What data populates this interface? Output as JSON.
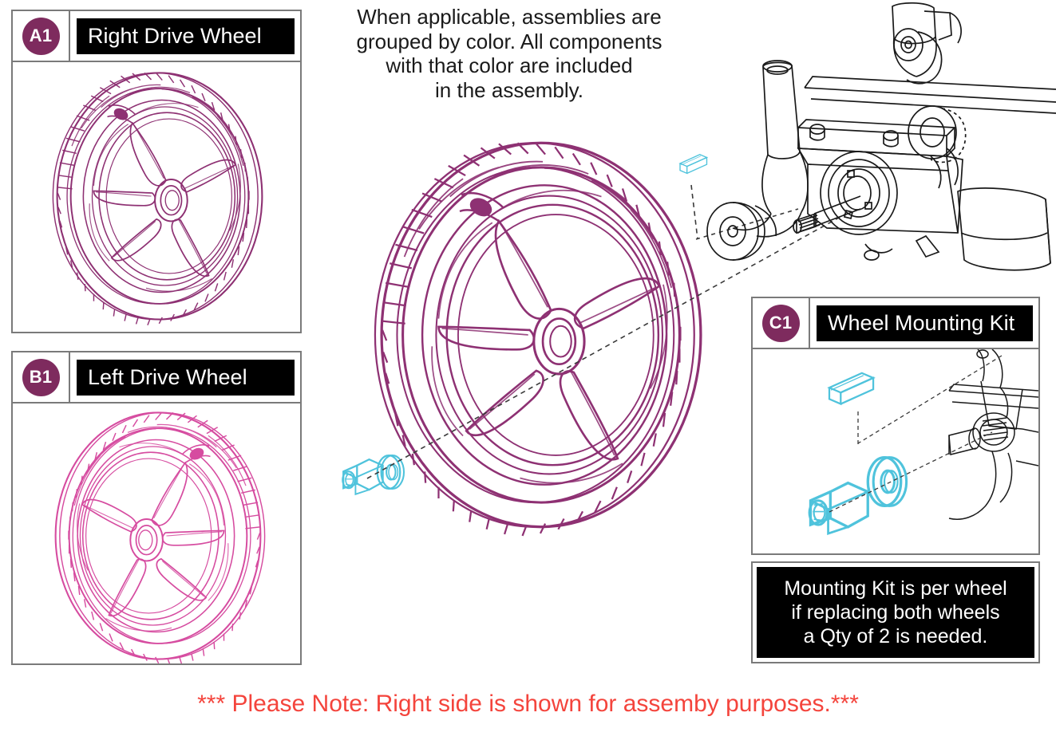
{
  "document": {
    "type": "exploded-parts-diagram",
    "background": "#ffffff"
  },
  "colors": {
    "badge_purple": "#7e2b5e",
    "wheel_right_purple": "#8e3173",
    "wheel_left_pink": "#d64ca0",
    "hardware_cyan": "#4fc3dc",
    "line_black": "#1a1a1a",
    "panel_border_gray": "#7a7a7a",
    "note_red": "#f4443c",
    "title_bar_bg": "#000000",
    "title_bar_text": "#ffffff"
  },
  "top_note": {
    "name": "assembly-color-note",
    "lines": [
      "When applicable, assemblies are",
      "grouped by color. All components",
      "with that color are included",
      "in the assembly."
    ]
  },
  "panels": [
    {
      "id": "A1",
      "badge": "A1",
      "title": "Right Drive Wheel",
      "art": "right-drive-wheel-purple",
      "color": "#8e3173"
    },
    {
      "id": "B1",
      "badge": "B1",
      "title": "Left Drive Wheel",
      "art": "left-drive-wheel-pink",
      "color": "#d64ca0"
    },
    {
      "id": "C1",
      "badge": "C1",
      "title": "Wheel Mounting Kit",
      "art": "wheel-mounting-kit-detail",
      "color": "#4fc3dc"
    }
  ],
  "kit_note": {
    "name": "mounting-kit-quantity-note",
    "lines": [
      "Mounting Kit is per wheel",
      "if replacing both wheels",
      "a Qty of 2 is needed."
    ]
  },
  "footer_note": {
    "name": "right-side-shown-note",
    "text": "*** Please Note: Right side is shown for assemby purposes.***"
  },
  "main_illustration": {
    "name": "main-exploded-view",
    "parts": [
      {
        "label": "drive-wheel",
        "color": "#8e3173",
        "shape": "spoked-wheel-with-treaded-tire"
      },
      {
        "label": "axle-key",
        "color": "#4fc3dc",
        "shape": "rectangular-key"
      },
      {
        "label": "flat-washer",
        "color": "#4fc3dc",
        "shape": "annular-washer"
      },
      {
        "label": "hex-lock-nut",
        "color": "#4fc3dc",
        "shape": "hex-nut"
      },
      {
        "label": "motor-gearbox-assembly",
        "color": "#1a1a1a",
        "shape": "motor-axle-bracket"
      },
      {
        "label": "anti-tip-caster",
        "color": "#1a1a1a",
        "shape": "small-caster-wheel"
      }
    ]
  }
}
